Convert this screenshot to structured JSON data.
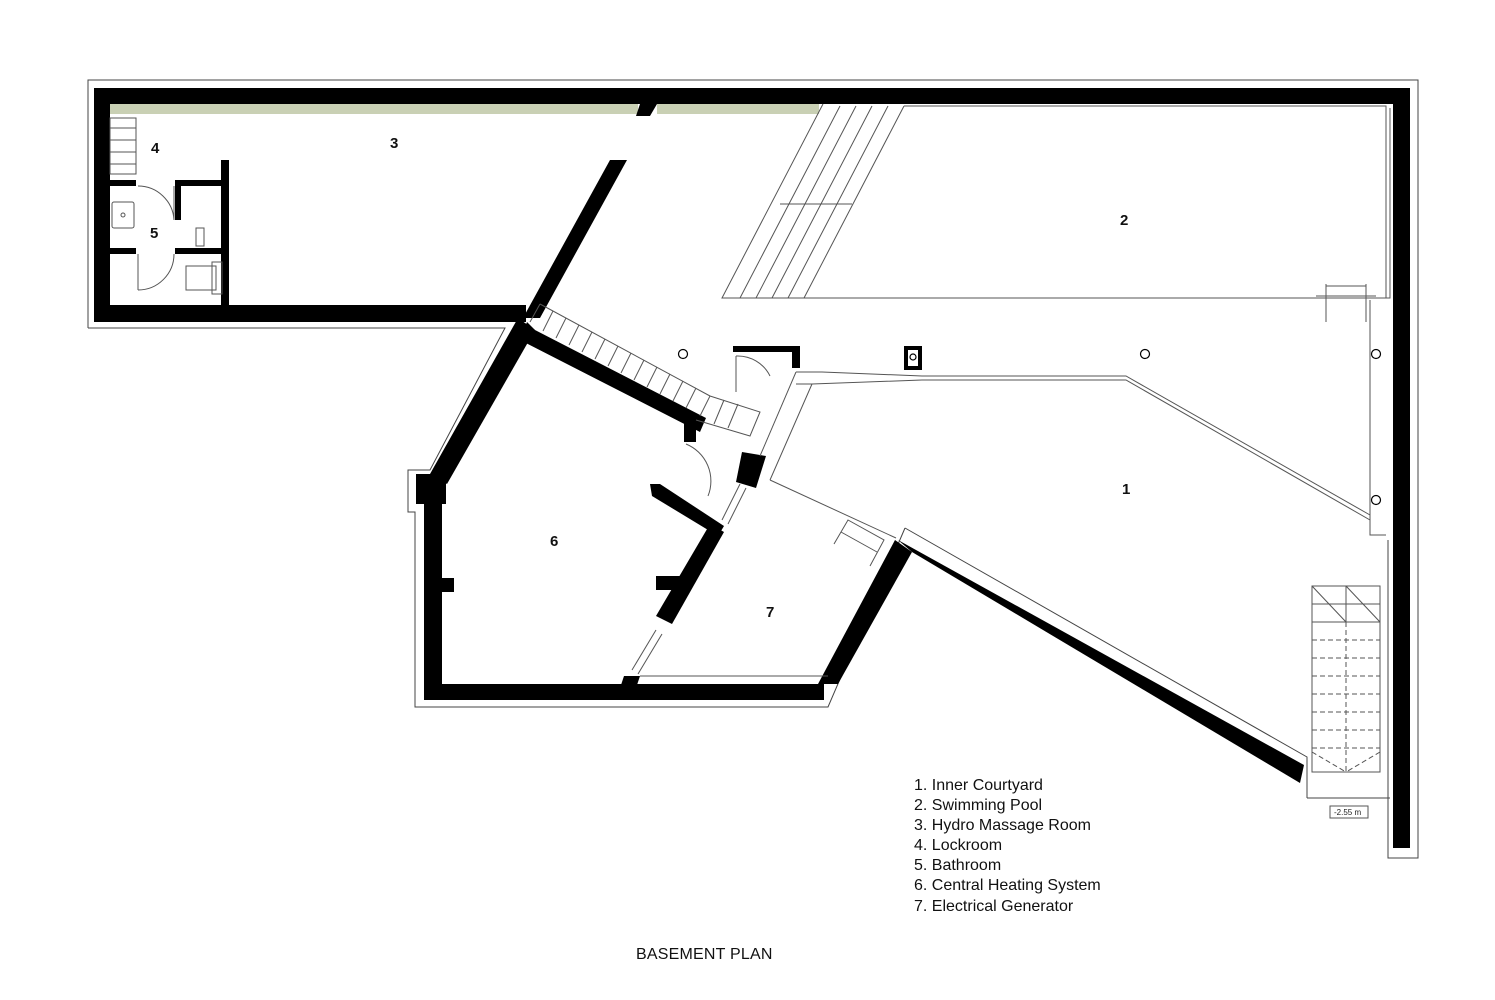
{
  "title": "BASEMENT PLAN",
  "legend": [
    "1. Inner Courtyard",
    "2. Swimming Pool",
    "3. Hydro Massage Room",
    "4. Lockroom",
    "5. Bathroom",
    "6. Central Heating System",
    "7. Electrical Generator"
  ],
  "room_numbers": [
    "1",
    "2",
    "3",
    "4",
    "5",
    "6",
    "7"
  ],
  "level_mark": "-2.55 m",
  "colors": {
    "wall": "#000000",
    "line": "#555555",
    "glass": "#b8c4a4",
    "background": "#ffffff"
  }
}
